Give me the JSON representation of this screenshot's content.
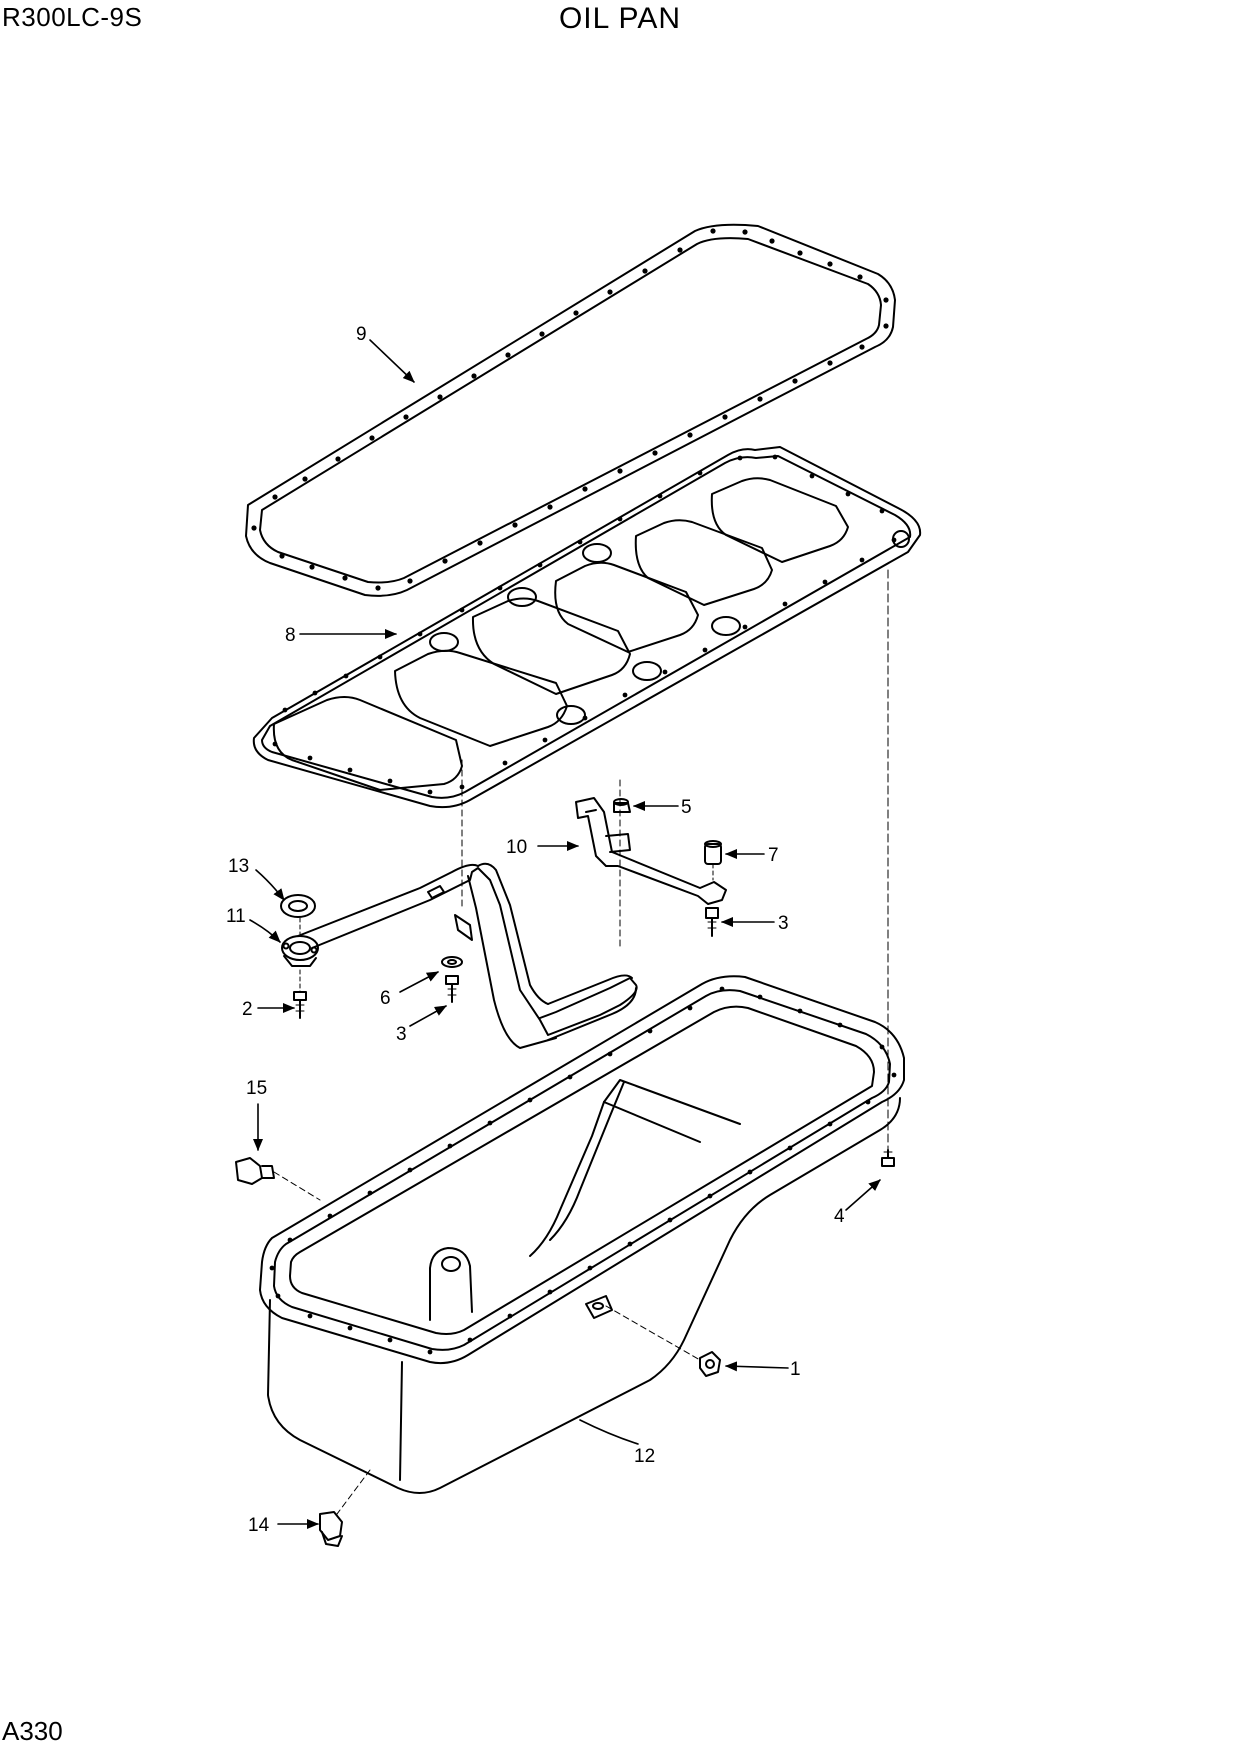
{
  "header": {
    "model": "R300LC-9S",
    "title": "OIL PAN"
  },
  "footer": {
    "page_code": "A330"
  },
  "callouts": {
    "c1": "1",
    "c2": "2",
    "c3a": "3",
    "c3b": "3",
    "c4": "4",
    "c5": "5",
    "c6": "6",
    "c7": "7",
    "c8": "8",
    "c9": "9",
    "c10": "10",
    "c11": "11",
    "c12": "12",
    "c13": "13",
    "c14": "14",
    "c15": "15"
  }
}
